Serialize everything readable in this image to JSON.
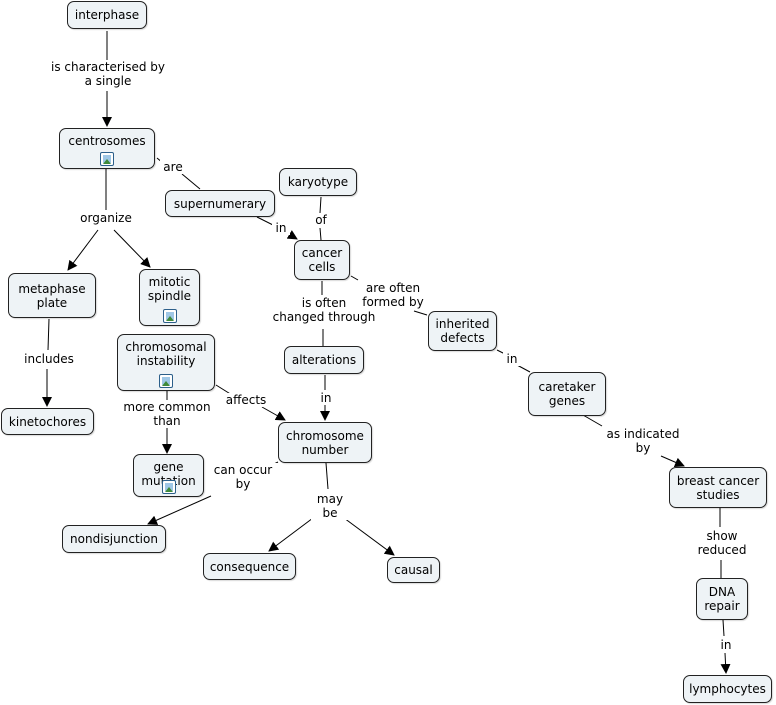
{
  "nodes": {
    "interphase": "interphase",
    "centrosomes": "centrosomes",
    "supernumerary": "supernumerary",
    "karyotype": "karyotype",
    "cancer_cells": "cancer\ncells",
    "metaphase_plate": "metaphase\nplate",
    "mitotic_spindle": "mitotic\nspindle",
    "kinetochores": "kinetochores",
    "chromosomal_instability": "chromosomal\ninstability",
    "alterations": "alterations",
    "inherited_defects": "inherited\ndefects",
    "caretaker_genes": "caretaker\ngenes",
    "chromosome_number": "chromosome\nnumber",
    "gene_mutation": "gene\nmutation",
    "nondisjunction": "nondisjunction",
    "consequence": "consequence",
    "causal": "causal",
    "breast_cancer_studies": "breast cancer\nstudies",
    "dna_repair": "DNA\nrepair",
    "lymphocytes": "lymphocytes"
  },
  "links": {
    "characterised": "is characterised by\na single",
    "are": "are",
    "organize": "organize",
    "of": "of",
    "in_supernumerary": "in",
    "includes": "includes",
    "changed_through": "is often\nchanged through",
    "formed_by": "are often\nformed by",
    "in_inherited": "in",
    "in_alterations": "in",
    "more_common": "more common\nthan",
    "affects": "affects",
    "as_indicated": "as indicated\nby",
    "can_occur": "can occur\nby",
    "may_be": "may\nbe",
    "show_reduced": "show\nreduced",
    "in_dna": "in"
  },
  "icons": {
    "resource_icon": "image-resource-icon"
  }
}
